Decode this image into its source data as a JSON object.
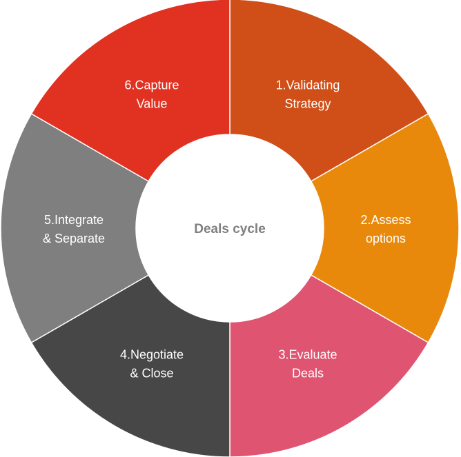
{
  "diagram": {
    "center_label": "Deals cycle",
    "segments": [
      {
        "lines": [
          "1.Validating",
          "Strategy"
        ],
        "color": "#D04E17"
      },
      {
        "lines": [
          "2.Assess",
          "options"
        ],
        "color": "#E8890C"
      },
      {
        "lines": [
          "3.Evaluate",
          "Deals"
        ],
        "color": "#DF5470"
      },
      {
        "lines": [
          "4.Negotiate",
          "& Close"
        ],
        "color": "#474747"
      },
      {
        "lines": [
          "5.Integrate",
          "& Separate"
        ],
        "color": "#7F7F7F"
      },
      {
        "lines": [
          "6.Capture",
          "Value"
        ],
        "color": "#E03121"
      }
    ]
  }
}
